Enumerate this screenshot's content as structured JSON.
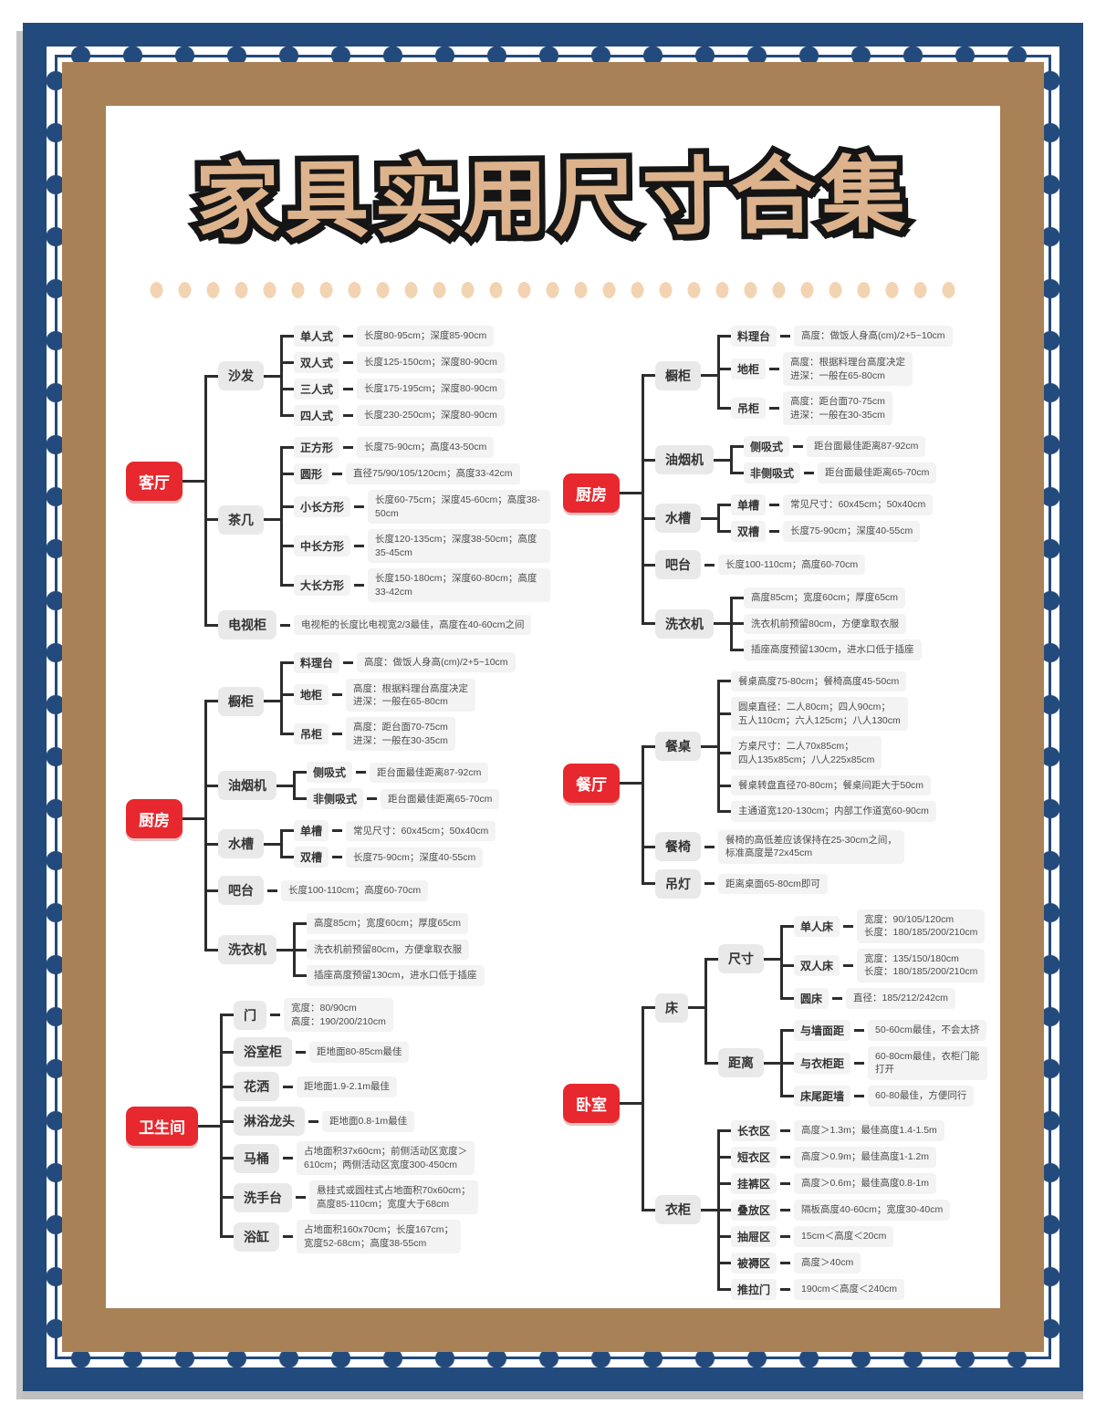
{
  "title": "家具实用尺寸合集",
  "colors": {
    "frame_blue": "#234a7c",
    "frame_brown": "#a98157",
    "title_tan": "#ddb38d",
    "accent_red": "#e7282e",
    "node_gray": "#e9e9e9",
    "leaf_gray": "#f3f3f3",
    "line_dark": "#2d2d2d"
  },
  "columns": [
    {
      "name": "left",
      "trees": [
        {
          "label": "客厅",
          "children": [
            {
              "label": "沙发",
              "children": [
                {
                  "label": "单人式",
                  "desc": "长度80-95cm；深度85-90cm"
                },
                {
                  "label": "双人式",
                  "desc": "长度125-150cm；深度80-90cm"
                },
                {
                  "label": "三人式",
                  "desc": "长度175-195cm；深度80-90cm"
                },
                {
                  "label": "四人式",
                  "desc": "长度230-250cm；深度80-90cm"
                }
              ]
            },
            {
              "label": "茶几",
              "children": [
                {
                  "label": "正方形",
                  "desc": "长度75-90cm；高度43-50cm"
                },
                {
                  "label": "圆形",
                  "desc": "直径75/90/105/120cm；高度33-42cm"
                },
                {
                  "label": "小长方形",
                  "desc": "长度60-75cm；深度45-60cm；高度38-50cm"
                },
                {
                  "label": "中长方形",
                  "desc": "长度120-135cm；深度38-50cm；高度35-45cm"
                },
                {
                  "label": "大长方形",
                  "desc": "长度150-180cm；深度60-80cm；高度33-42cm"
                }
              ]
            },
            {
              "label": "电视柜",
              "desc": "电视柜的长度比电视宽2/3最佳，高度在40-60cm之间"
            }
          ]
        },
        {
          "label": "厨房",
          "children": [
            {
              "label": "橱柜",
              "children": [
                {
                  "label": "料理台",
                  "desc": "高度：做饭人身高(cm)/2+5~10cm"
                },
                {
                  "label": "地柜",
                  "desc": "高度：根据料理台高度决定\n进深：一般在65-80cm"
                },
                {
                  "label": "吊柜",
                  "desc": "高度：距台面70-75cm\n进深：一般在30-35cm"
                }
              ]
            },
            {
              "label": "油烟机",
              "children": [
                {
                  "label": "侧吸式",
                  "desc": "距台面最佳距离87-92cm"
                },
                {
                  "label": "非侧吸式",
                  "desc": "距台面最佳距离65-70cm"
                }
              ]
            },
            {
              "label": "水槽",
              "children": [
                {
                  "label": "单槽",
                  "desc": "常见尺寸：60x45cm；50x40cm"
                },
                {
                  "label": "双槽",
                  "desc": "长度75-90cm；深度40-55cm"
                }
              ]
            },
            {
              "label": "吧台",
              "desc": "长度100-110cm；高度60-70cm"
            },
            {
              "label": "洗衣机",
              "children": [
                {
                  "desc": "高度85cm；宽度60cm；厚度65cm"
                },
                {
                  "desc": "洗衣机前预留80cm，方便拿取衣服"
                },
                {
                  "desc": "插座高度预留130cm，进水口低于插座"
                }
              ]
            }
          ]
        },
        {
          "label": "卫生间",
          "children": [
            {
              "label": "门",
              "desc": "宽度：80/90cm\n高度：190/200/210cm"
            },
            {
              "label": "浴室柜",
              "desc": "距地面80-85cm最佳"
            },
            {
              "label": "花洒",
              "desc": "距地面1.9-2.1m最佳"
            },
            {
              "label": "淋浴龙头",
              "desc": "距地面0.8-1m最佳"
            },
            {
              "label": "马桶",
              "desc": "占地面积37x60cm；前侧活动区宽度＞\n610cm；两侧活动区宽度300-450cm"
            },
            {
              "label": "洗手台",
              "desc": "悬挂式或圆柱式占地面积70x60cm；\n高度85-110cm；宽度大于68cm"
            },
            {
              "label": "浴缸",
              "desc": "占地面积160x70cm；长度167cm；\n宽度52-68cm；高度38-55cm"
            }
          ]
        }
      ]
    },
    {
      "name": "right",
      "trees": [
        {
          "label": "厨房",
          "children": [
            {
              "label": "橱柜",
              "children": [
                {
                  "label": "料理台",
                  "desc": "高度：做饭人身高(cm)/2+5~10cm"
                },
                {
                  "label": "地柜",
                  "desc": "高度：根据料理台高度决定\n进深：一般在65-80cm"
                },
                {
                  "label": "吊柜",
                  "desc": "高度：距台面70-75cm\n进深：一般在30-35cm"
                }
              ]
            },
            {
              "label": "油烟机",
              "children": [
                {
                  "label": "侧吸式",
                  "desc": "距台面最佳距离87-92cm"
                },
                {
                  "label": "非侧吸式",
                  "desc": "距台面最佳距离65-70cm"
                }
              ]
            },
            {
              "label": "水槽",
              "children": [
                {
                  "label": "单槽",
                  "desc": "常见尺寸：60x45cm；50x40cm"
                },
                {
                  "label": "双槽",
                  "desc": "长度75-90cm；深度40-55cm"
                }
              ]
            },
            {
              "label": "吧台",
              "desc": "长度100-110cm；高度60-70cm"
            },
            {
              "label": "洗衣机",
              "children": [
                {
                  "desc": "高度85cm；宽度60cm；厚度65cm"
                },
                {
                  "desc": "洗衣机前预留80cm，方便拿取衣服"
                },
                {
                  "desc": "插座高度预留130cm，进水口低于插座"
                }
              ]
            }
          ]
        },
        {
          "label": "餐厅",
          "children": [
            {
              "label": "餐桌",
              "children": [
                {
                  "desc": "餐桌高度75-80cm；餐椅高度45-50cm"
                },
                {
                  "desc": "圆桌直径：二人80cm；四人90cm；\n五人110cm；六人125cm；八人130cm"
                },
                {
                  "desc": "方桌尺寸：二人70x85cm；\n四人135x85cm；八人225x85cm"
                },
                {
                  "desc": "餐桌转盘直径70-80cm；餐桌间距大于50cm"
                },
                {
                  "desc": "主通道宽120-130cm；内部工作道宽60-90cm"
                }
              ]
            },
            {
              "label": "餐椅",
              "desc": "餐椅的高低差应该保持在25-30cm之间，\n标准高度是72x45cm"
            },
            {
              "label": "吊灯",
              "desc": "距离桌面65-80cm即可"
            }
          ]
        },
        {
          "label": "卧室",
          "children": [
            {
              "label": "床",
              "children": [
                {
                  "label": "尺寸",
                  "children": [
                    {
                      "label": "单人床",
                      "desc": "宽度：90/105/120cm\n长度：180/185/200/210cm"
                    },
                    {
                      "label": "双人床",
                      "desc": "宽度：135/150/180cm\n长度：180/185/200/210cm"
                    },
                    {
                      "label": "圆床",
                      "desc": "直径：185/212/242cm"
                    }
                  ]
                },
                {
                  "label": "距离",
                  "children": [
                    {
                      "label": "与墙面距",
                      "desc": "50-60cm最佳，不会太挤"
                    },
                    {
                      "label": "与衣柜距",
                      "desc": "60-80cm最佳，衣柜门能打开"
                    },
                    {
                      "label": "床尾距墙",
                      "desc": "60-80最佳，方便同行"
                    }
                  ]
                }
              ]
            },
            {
              "label": "衣柜",
              "children": [
                {
                  "label": "长衣区",
                  "desc": "高度＞1.3m；最佳高度1.4-1.5m"
                },
                {
                  "label": "短衣区",
                  "desc": "高度＞0.9m；最佳高度1-1.2m"
                },
                {
                  "label": "挂裤区",
                  "desc": "高度＞0.6m；最佳高度0.8-1m"
                },
                {
                  "label": "叠放区",
                  "desc": "隔板高度40-60cm；宽度30-40cm"
                },
                {
                  "label": "抽屉区",
                  "desc": "15cm＜高度＜20cm"
                },
                {
                  "label": "被褥区",
                  "desc": "高度＞40cm"
                },
                {
                  "label": "推拉门",
                  "desc": "190cm＜高度＜240cm"
                }
              ]
            }
          ]
        }
      ]
    }
  ]
}
